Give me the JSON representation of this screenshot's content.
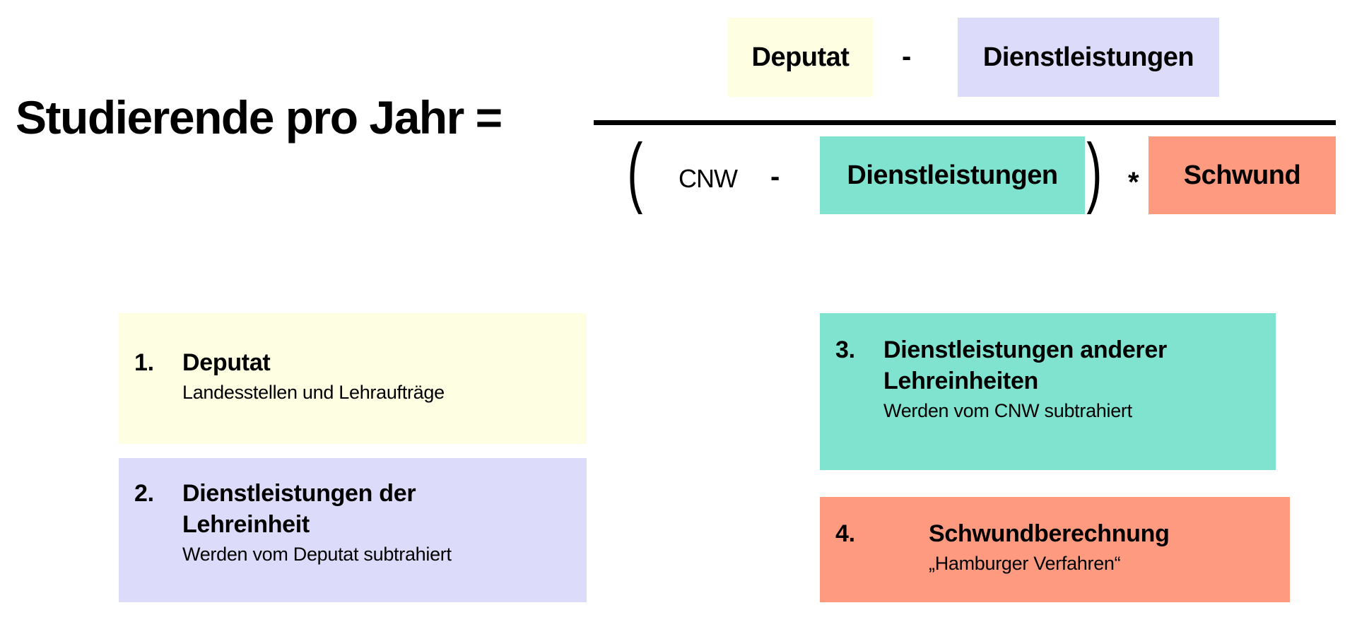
{
  "formula": {
    "lhs": "Studierende pro Jahr =",
    "numerator": {
      "term1": "Deputat",
      "op": "-",
      "term2": "Dienstleistungen"
    },
    "denominator": {
      "open_paren": "(",
      "term1": "CNW",
      "op": "-",
      "term2": "Dienstleistungen",
      "close_paren": ")",
      "times": "*",
      "term3": "Schwund"
    }
  },
  "items": [
    {
      "number": "1.",
      "title": "Deputat",
      "subtitle": "Landesstellen und Lehraufträge"
    },
    {
      "number": "2.",
      "title": "Dienstleistungen der Lehreinheit",
      "subtitle": "Werden vom Deputat subtrahiert"
    },
    {
      "number": "3.",
      "title": "Dienstleistungen anderer Lehreinheiten",
      "subtitle": "Werden vom CNW subtrahiert"
    },
    {
      "number": "4.",
      "title": "Schwundberechnung",
      "subtitle": "„Hamburger Verfahren“"
    }
  ],
  "colors": {
    "deputat": "#fefee2",
    "dienst_lehreinheit": "#dcdcfa",
    "dienst_andere": "#80e3cf",
    "schwund": "#fd9a80"
  }
}
